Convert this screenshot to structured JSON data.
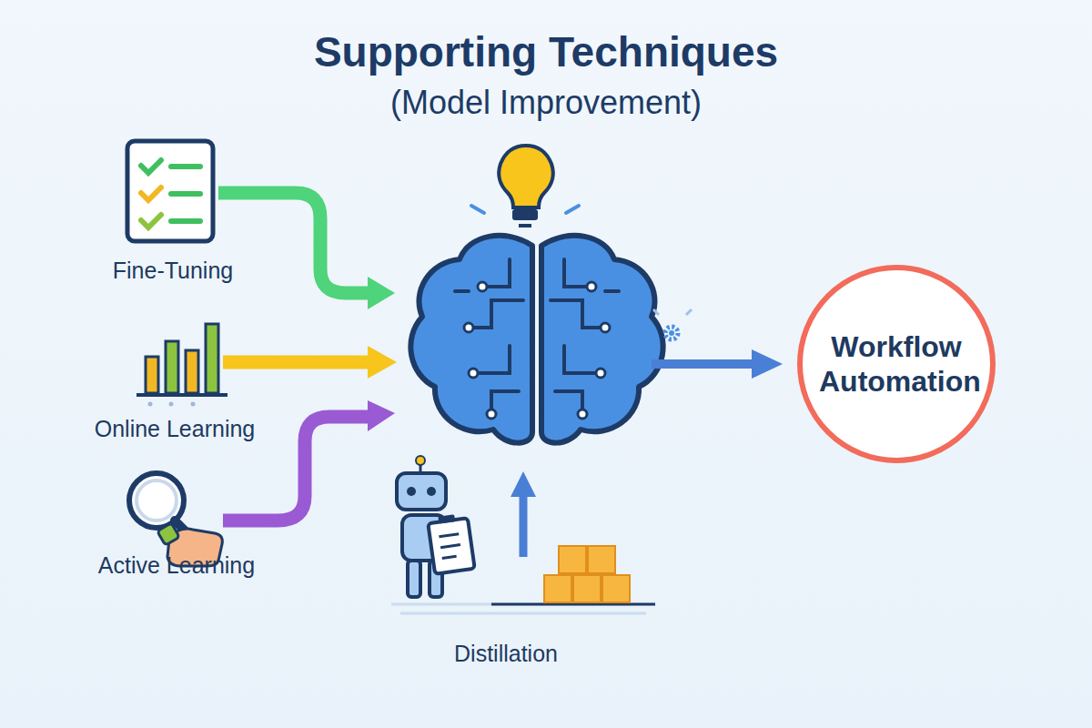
{
  "diagram": {
    "title": "Supporting Techniques",
    "nodes": [
      {
        "text": [
          "Fine-Tuning"
        ]
      },
      {
        "text": [
          "Online Learning"
        ]
      },
      {
        "text": [
          "Active Learning"
        ]
      },
      {
        "text": [
          "Distillation"
        ]
      },
      {
        "text": [
          "Workflow Automation"
        ]
      }
    ],
    "labels": [
      "(Model Improvement)"
    ]
  }
}
